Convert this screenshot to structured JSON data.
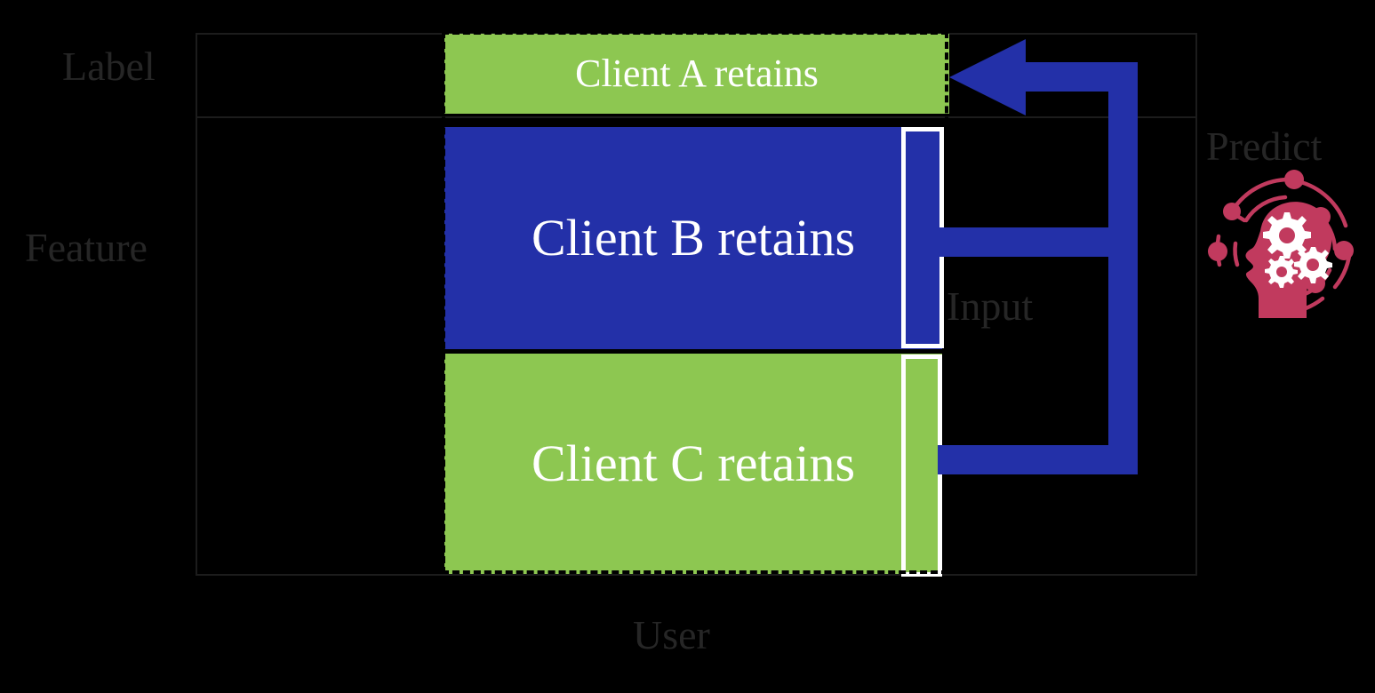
{
  "diagram": {
    "title": "Federated learning client-retention matrix",
    "background_color": "#000000"
  },
  "axis_labels": {
    "row_label": "Label",
    "row_feature": "Feature",
    "column_user": "User"
  },
  "annotations": {
    "input": "Input",
    "predict": "Predict"
  },
  "colors": {
    "green": "#8DC751",
    "blue": "#2330A8",
    "crimson": "#C13A5E",
    "white": "#FFFFFF",
    "frame": "#1C1C1C",
    "text_gray": "#262626"
  },
  "clients": [
    {
      "id": "client-a",
      "label": "Client A retains",
      "color": "#8DC751",
      "region": "label-row"
    },
    {
      "id": "client-b",
      "label": "Client B retains",
      "color": "#2330A8",
      "region": "feature-row"
    },
    {
      "id": "client-c",
      "label": "Client C retains",
      "color": "#8DC751",
      "region": "feature-row"
    }
  ],
  "icons": {
    "predict_icon": "brain-gears-icon",
    "arrow": "left-arrow-icon"
  }
}
